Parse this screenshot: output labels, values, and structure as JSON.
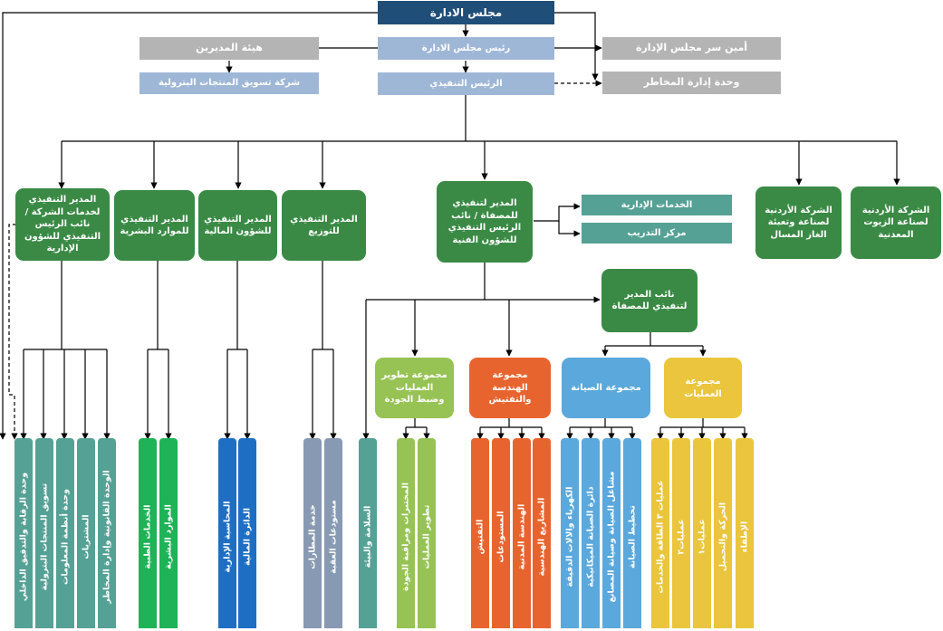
{
  "top": {
    "board": "مجلس الادارة",
    "chairman": "رئيس مجلس الادارة",
    "ceo": "الرئيس التنفيذي",
    "directors_board": "هيئة المديرين",
    "marketing_company": "شركة تسويق المنتجات البترولية",
    "board_secretary": "أمين سر مجلس الإدارة",
    "risk_unit": "وحدة إدارة المخاطر"
  },
  "executives": {
    "corporate": "المدير التنفيذي لخدمات الشركة / نائب الرئيس التنفيذي للشؤون الإدارية",
    "hr": "المدير التنفيذي للموارد البشرية",
    "finance": "المدير التنفيذي للشؤون المالية",
    "distribution": "المدير التنفيذي للتوزيع",
    "refinery": "المدير لتنفيذي للمصفاة / نائب الرئيس التنفيذي للشؤون الفنية",
    "admin_services": "الخدمات الإدارية",
    "training": "مركز التدريب",
    "lpg_company": "الشركة الأردنية لصناعة وتعبئة الغاز المسال",
    "lube_company": "الشركة الأردنية لصناعة الزيوت المعدنية",
    "deputy_refinery": "نائب المدير لتنفيذي للمصفاة"
  },
  "groups": {
    "operations_dev": "مجموعة تطوير العمليات وضبط الجودة",
    "engineering": "مجموعة الهندسة والتفتيش",
    "maintenance": "مجموعة الصيانة",
    "operations": "مجموعة العمليات"
  },
  "departments": [
    "وحدة الرقابة والتدقيق الداخلي",
    "تسويق المنتجات البترولية",
    "وحدة أنظمة المعلومات",
    "المشتريات",
    "الوحدة القانونية وإدارة المخاطر",
    "الخدمات الطبية",
    "الموارد البشرية",
    "المحاسبة الإدارية",
    "الدائرة المالية",
    "خدمة المطارات",
    "مستودعات العقبة",
    "السلامة والبيئة",
    "المختبرات ومراقبة الجودة",
    "تطوير العمليات",
    "التفتيش",
    "المستودعات",
    "الهندسة المدنية",
    "المشاريع الهندسية",
    "الكهرباء والالات الدقيقة",
    "دائرة الصيانة الميكانيكية",
    "مشاغل الصيانة وصيانة المصانع",
    "تخطيط الصيانة",
    "عمليات ٣ الطاقة والخدمات",
    "عمليات٢",
    "عمليات١",
    "الحركة والتحميل",
    "الإطفاء"
  ],
  "colors": {
    "navy": "#1f4e79",
    "light_blue": "#9fb7d7",
    "grey": "#b4b4b4",
    "green": "#3a8a45",
    "teal": "#55a195",
    "orange": "#e8642e",
    "light_green": "#96c353",
    "blue": "#5aa8dc",
    "gold": "#eac53d",
    "bright_green": "#1db356",
    "dept_blue": "#1e6fc4",
    "slate": "#8899b3"
  }
}
